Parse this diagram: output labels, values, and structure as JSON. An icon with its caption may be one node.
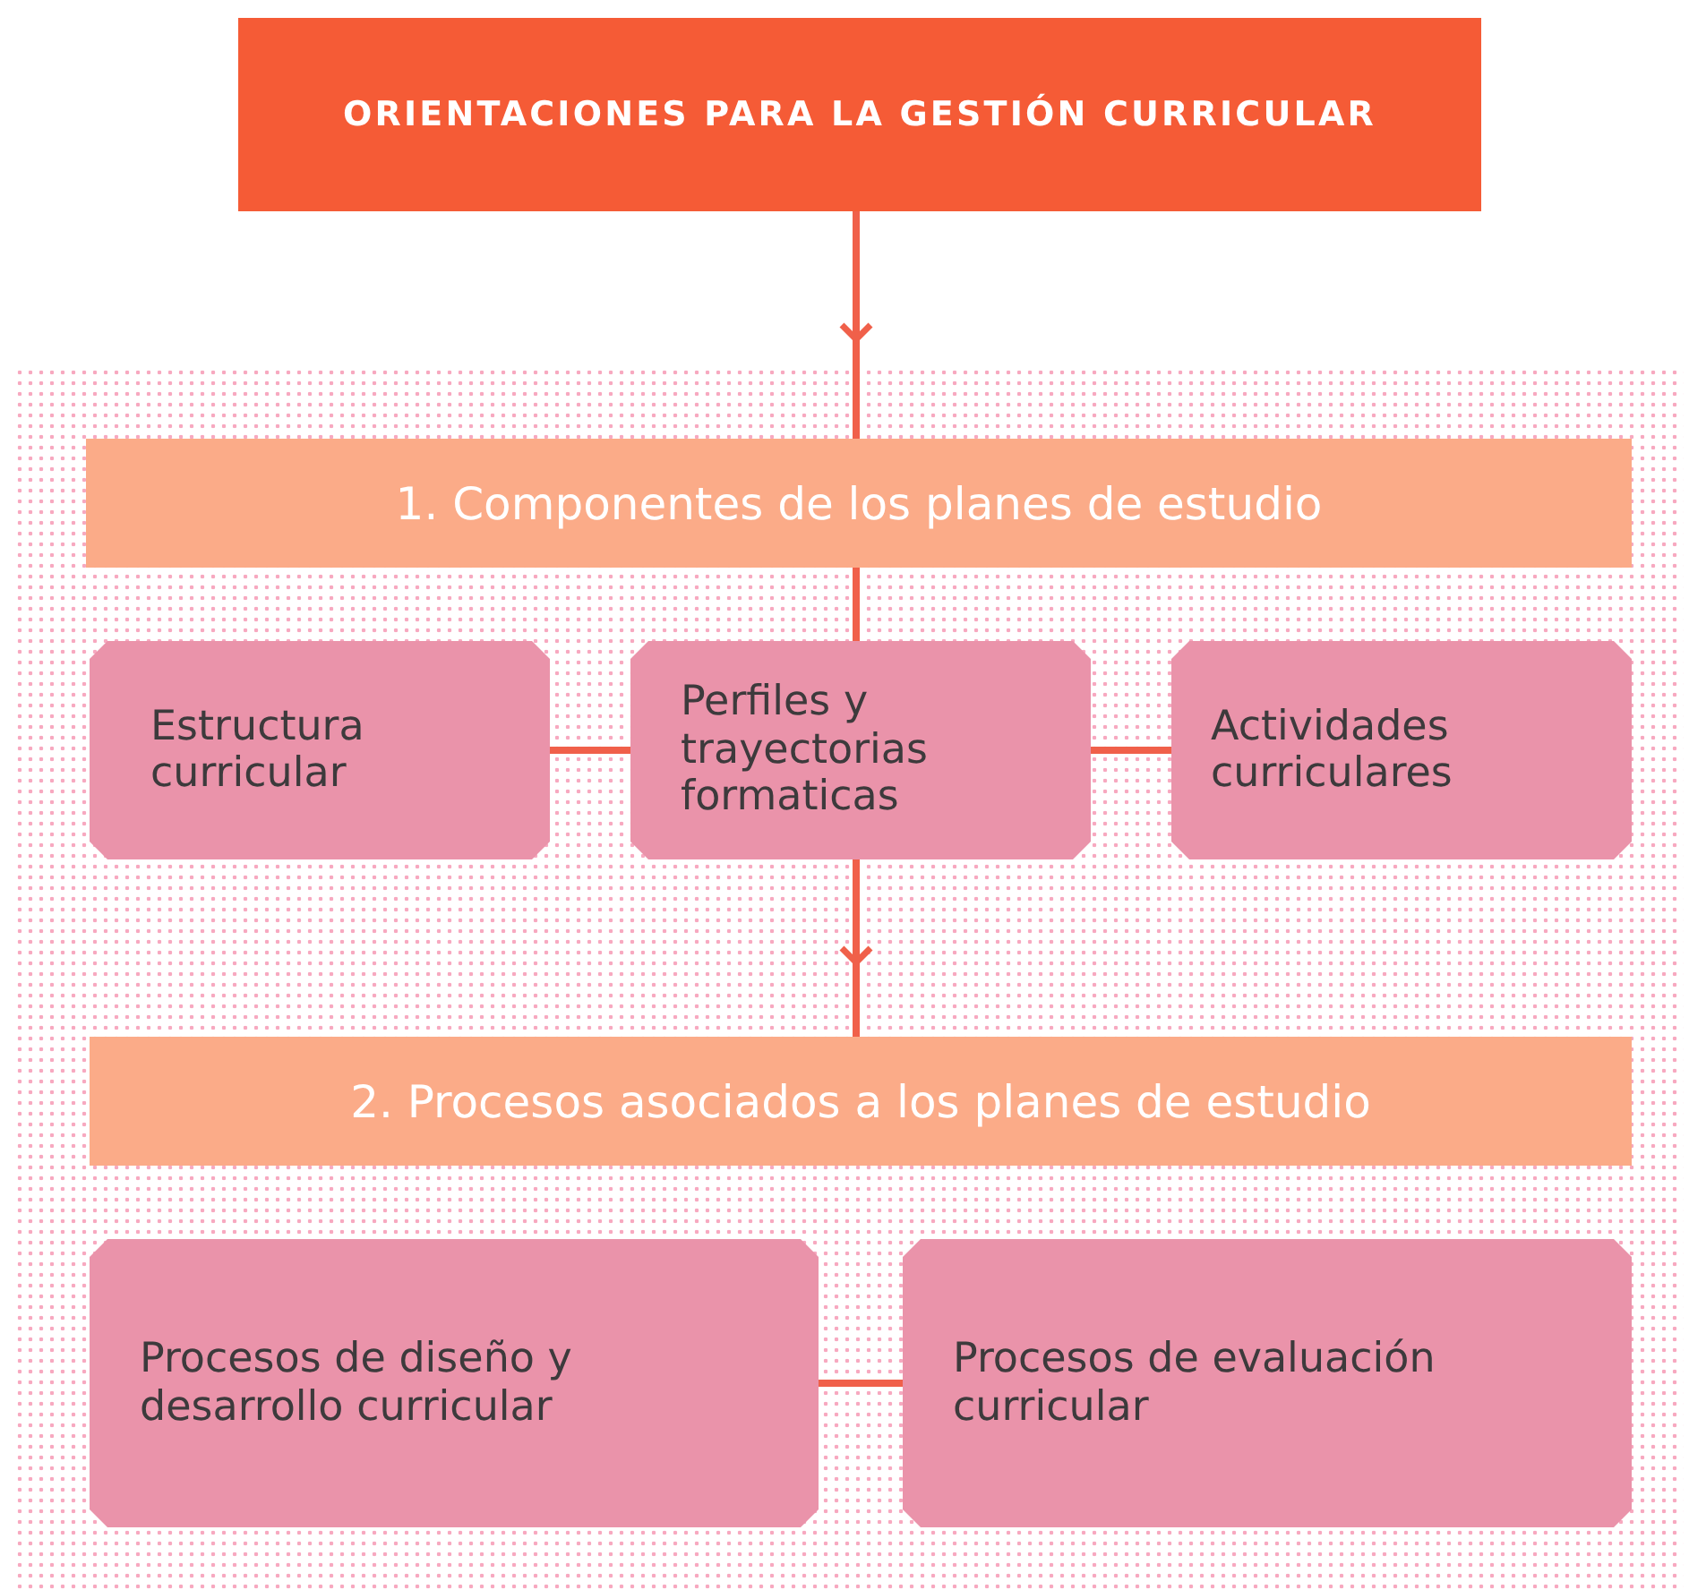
{
  "diagram": {
    "nodes": [
      {
        "text": [
          "ORIENTACIONES PARA LA GESTIÓN CURRICULAR"
        ]
      },
      {
        "text": [
          "1. Componentes de los planes de estudio"
        ]
      },
      {
        "text": [
          "Estructura curricular"
        ]
      },
      {
        "text": [
          "Perfiles y trayectorias formaticas"
        ]
      },
      {
        "text": [
          "Actividades curriculares"
        ]
      },
      {
        "text": [
          "2. Procesos asociados a los planes de estudio"
        ]
      },
      {
        "text": [
          "Procesos de diseño y desarrollo curricular"
        ]
      },
      {
        "text": [
          "Procesos de evaluación curricular"
        ]
      }
    ],
    "edges": [
      {
        "from": 0,
        "to": 1,
        "arrow": "to"
      },
      {
        "from": 1,
        "to": 3,
        "arrow": "none"
      },
      {
        "from": 2,
        "to": 3,
        "arrow": "none"
      },
      {
        "from": 3,
        "to": 4,
        "arrow": "none"
      },
      {
        "from": 3,
        "to": 5,
        "arrow": "to"
      },
      {
        "from": 6,
        "to": 7,
        "arrow": "none"
      }
    ]
  }
}
